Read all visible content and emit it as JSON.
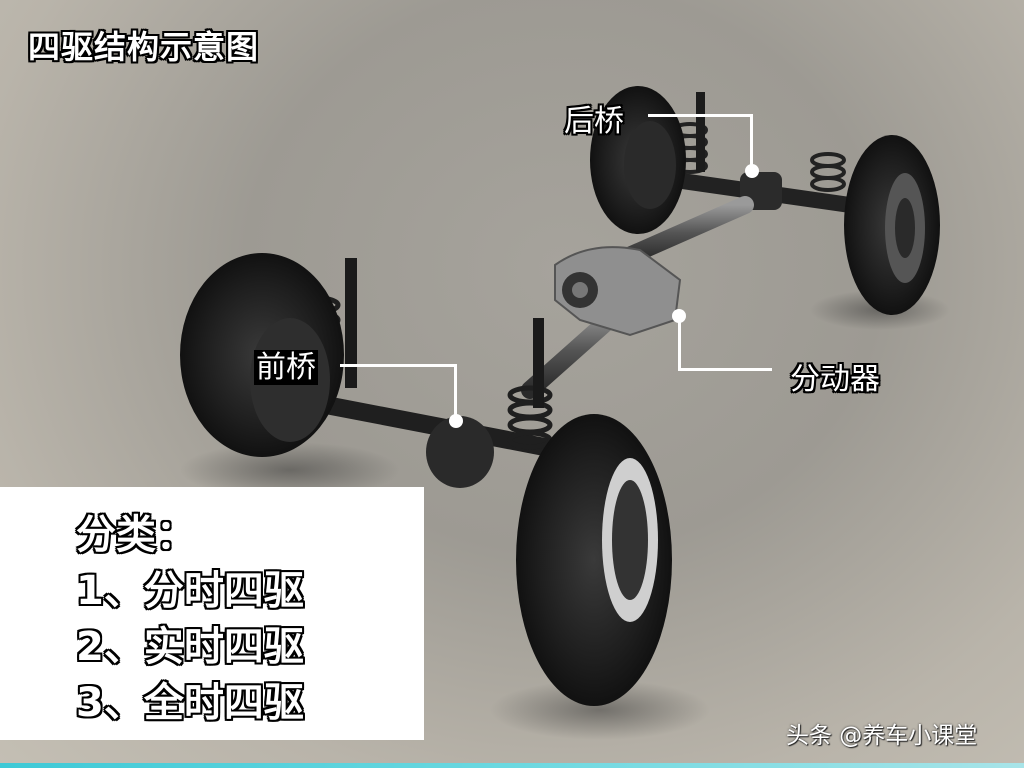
{
  "title": "四驱结构示意图",
  "callouts": {
    "rear_axle": "后桥",
    "front_axle": "前桥",
    "transfer_case": "分动器"
  },
  "classification": {
    "heading": "分类：",
    "items": [
      "1、分时四驱",
      "2、实时四驱",
      "3、全时四驱"
    ]
  },
  "watermark": "头条 @养车小课堂",
  "colors": {
    "background": "#a6a39c",
    "panel": "#ffffff",
    "label_text": "#ffffff",
    "label_outline": "#000000",
    "bottom_strip": "#3ec9d6"
  }
}
